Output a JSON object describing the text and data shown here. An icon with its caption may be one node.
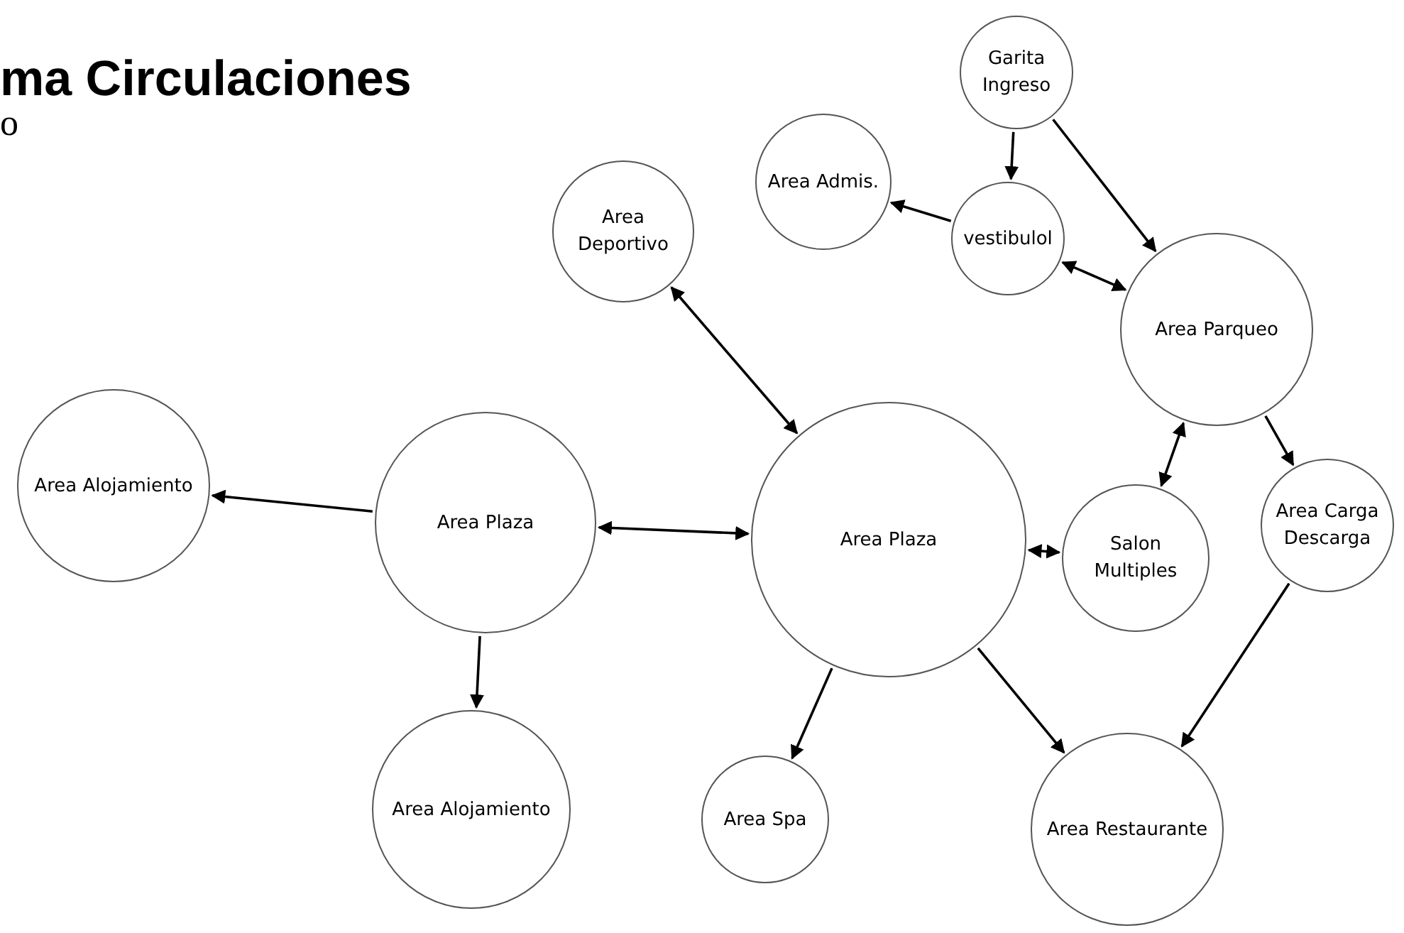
{
  "diagram": {
    "title": "ma Circulaciones",
    "nodes": [
      {
        "text": [
          "Garita Ingreso"
        ]
      },
      {
        "text": [
          "Area Admis."
        ]
      },
      {
        "text": [
          "vestibulol"
        ]
      },
      {
        "text": [
          "Area Deportivo"
        ]
      },
      {
        "text": [
          "Area Parqueo"
        ]
      },
      {
        "text": [
          "Area Alojamiento"
        ]
      },
      {
        "text": [
          "Area Plaza"
        ]
      },
      {
        "text": [
          "Area Plaza"
        ]
      },
      {
        "text": [
          "Salon Multiples"
        ]
      },
      {
        "text": [
          "Area Carga Descarga"
        ]
      },
      {
        "text": [
          "Area Alojamiento"
        ]
      },
      {
        "text": [
          "Area Spa"
        ]
      },
      {
        "text": [
          "Area Restaurante"
        ]
      }
    ],
    "edges": [
      {
        "from": 0,
        "to": 2,
        "arrow": "to"
      },
      {
        "from": 0,
        "to": 4,
        "arrow": "to"
      },
      {
        "from": 2,
        "to": 1,
        "arrow": "to"
      },
      {
        "from": 2,
        "to": 4,
        "arrow": "both"
      },
      {
        "from": 3,
        "to": 7,
        "arrow": "both"
      },
      {
        "from": 6,
        "to": 5,
        "arrow": "to"
      },
      {
        "from": 6,
        "to": 7,
        "arrow": "both"
      },
      {
        "from": 7,
        "to": 8,
        "arrow": "both"
      },
      {
        "from": 4,
        "to": 8,
        "arrow": "both"
      },
      {
        "from": 4,
        "to": 9,
        "arrow": "to"
      },
      {
        "from": 6,
        "to": 10,
        "arrow": "to"
      },
      {
        "from": 7,
        "to": 11,
        "arrow": "to"
      },
      {
        "from": 7,
        "to": 12,
        "arrow": "to"
      },
      {
        "from": 9,
        "to": 12,
        "arrow": "to"
      }
    ],
    "labels": [
      "o"
    ]
  }
}
